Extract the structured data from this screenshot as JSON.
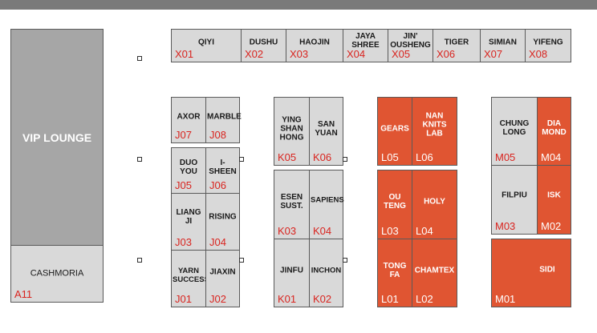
{
  "venue": {
    "vip_lounge": "VIP LOUNGE",
    "cashmoria": "CASHMORIA",
    "cashmoria_code": "A11"
  },
  "booths": {
    "X01": {
      "name": "QIYI",
      "code": "X01"
    },
    "X02": {
      "name": "DUSHU",
      "code": "X02"
    },
    "X03": {
      "name": "HAOJIN",
      "code": "X03"
    },
    "X04": {
      "name": "JAYA\nSHREE",
      "code": "X04"
    },
    "X05": {
      "name": "JIN'\nOUSHENG",
      "code": "X05"
    },
    "X06": {
      "name": "TIGER",
      "code": "X06"
    },
    "X07": {
      "name": "SIMIAN",
      "code": "X07"
    },
    "X08": {
      "name": "YIFENG",
      "code": "X08"
    },
    "J07": {
      "name": "AXOR",
      "code": "J07"
    },
    "J08": {
      "name": "MARBLE",
      "code": "J08"
    },
    "J05": {
      "name": "DUO\nYOU",
      "code": "J05"
    },
    "J06": {
      "name": "I-\nSHEEN",
      "code": "J06"
    },
    "J03": {
      "name": "LIANG\nJI",
      "code": "J03"
    },
    "J04": {
      "name": "RISING",
      "code": "J04"
    },
    "J01": {
      "name": "YARN\nSUCCESS",
      "code": "J01"
    },
    "J02": {
      "name": "JIAXIN",
      "code": "J02"
    },
    "K05": {
      "name": "YING\nSHAN\nHONG",
      "code": "K05"
    },
    "K06": {
      "name": "SAN\nYUAN",
      "code": "K06"
    },
    "K03": {
      "name": "ESEN\nSUST.",
      "code": "K03"
    },
    "K04": {
      "name": "SAPIENS",
      "code": "K04"
    },
    "K01": {
      "name": "JINFU",
      "code": "K01"
    },
    "K02": {
      "name": "INCHON",
      "code": "K02"
    },
    "L05": {
      "name": "GEARS",
      "code": "L05"
    },
    "L06": {
      "name": "NAN\nKNITS\nLAB",
      "code": "L06"
    },
    "L03": {
      "name": "OU\nTENG",
      "code": "L03"
    },
    "L04": {
      "name": "HOLY",
      "code": "L04"
    },
    "L01": {
      "name": "TONG\nFA",
      "code": "L01"
    },
    "L02": {
      "name": "CHAMTEX",
      "code": "L02"
    },
    "M05": {
      "name": "CHUNG\nLONG",
      "code": "M05"
    },
    "M04": {
      "name": "DIA\nMOND",
      "code": "M04"
    },
    "M03": {
      "name": "FILPIU",
      "code": "M03"
    },
    "M02": {
      "name": "ISK",
      "code": "M02"
    },
    "M01": {
      "name": "SIDI",
      "code": "M01"
    }
  },
  "colors": {
    "booth_gray": "#d9d9d9",
    "booth_orange": "#e05532",
    "vip_gray": "#a6a6a6",
    "code_red": "#d9241f"
  }
}
